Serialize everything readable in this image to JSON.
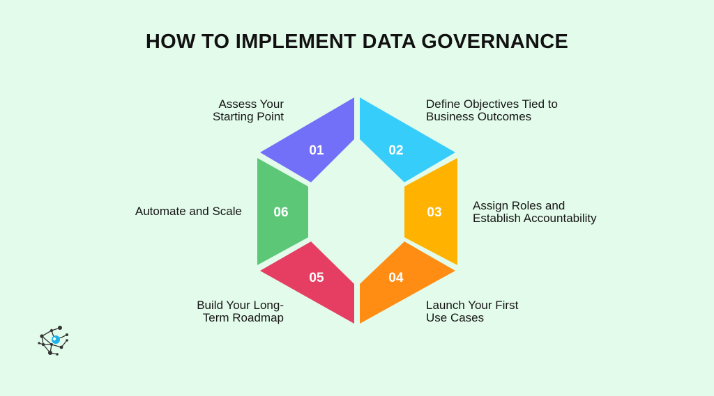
{
  "title": "HOW TO IMPLEMENT DATA GOVERNANCE",
  "steps": [
    {
      "number": "01",
      "lines": [
        "Assess Your",
        "Starting Point"
      ],
      "color": "#726ff8"
    },
    {
      "number": "02",
      "lines": [
        "Define Objectives Tied to",
        "Business Outcomes"
      ],
      "color": "#36cdfb"
    },
    {
      "number": "03",
      "lines": [
        "Assign Roles and",
        "Establish Accountability"
      ],
      "color": "#ffb300"
    },
    {
      "number": "04",
      "lines": [
        "Launch Your First",
        "Use Cases"
      ],
      "color": "#ff8c13"
    },
    {
      "number": "05",
      "lines": [
        "Build Your Long-",
        "Term Roadmap"
      ],
      "color": "#e63e62"
    },
    {
      "number": "06",
      "lines": [
        "Automate and Scale"
      ],
      "color": "#5cc877"
    }
  ],
  "logo": {
    "icon": "network-nodes-logo-icon",
    "accent": "#1eb3e8"
  }
}
